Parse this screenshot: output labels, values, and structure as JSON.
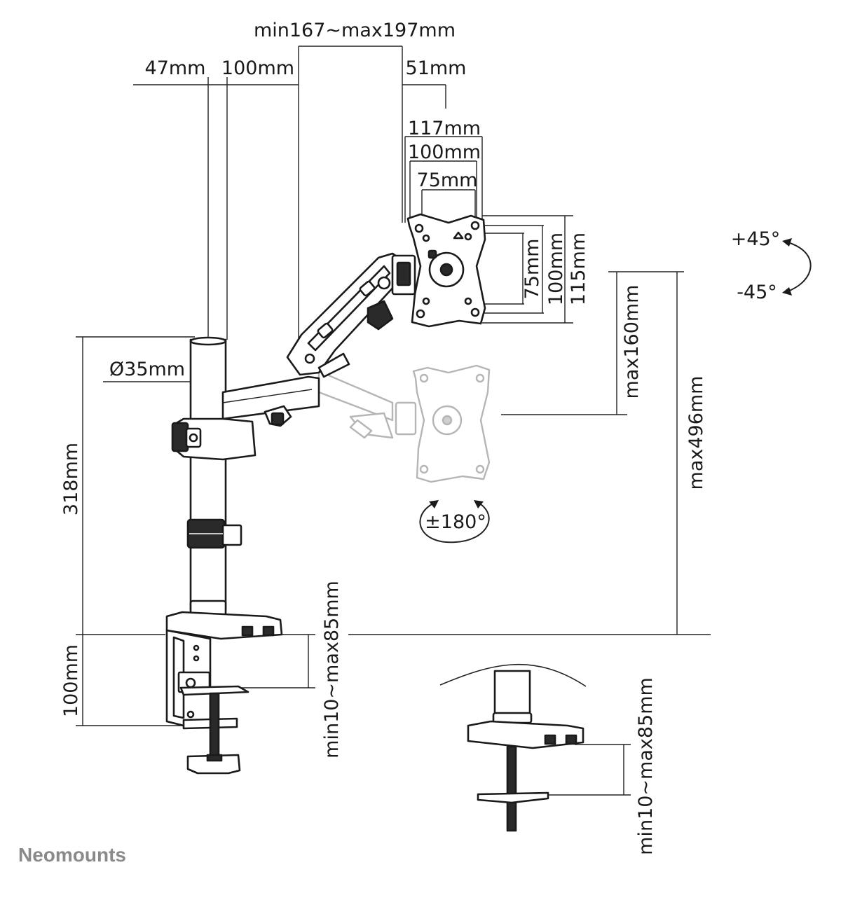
{
  "dimensions": {
    "top_range": "min167~max197mm",
    "pole_offset": "47mm",
    "arm_offset": "100mm",
    "vesa_offset": "51mm",
    "vesa_width_outer": "117mm",
    "vesa_width_mid": "100mm",
    "vesa_width_inner": "75mm",
    "vesa_height_inner": "75mm",
    "vesa_height_mid": "100mm",
    "vesa_height_outer": "115mm",
    "pole_diameter": "Ø35mm",
    "pole_height": "318mm",
    "max_height_adjust": "max160mm",
    "max_total_height": "max496mm",
    "clamp_height": "100mm",
    "clamp_range": "min10~max85mm",
    "grommet_range": "min10~max85mm"
  },
  "rotation": {
    "tilt_up": "+45°",
    "tilt_down": "-45°",
    "swivel": "±180°"
  },
  "brand": "Neomounts",
  "colors": {
    "line": "#1a1a1a",
    "ghost": "#b5b5b5",
    "brand_gray": "#8a8a8a"
  }
}
